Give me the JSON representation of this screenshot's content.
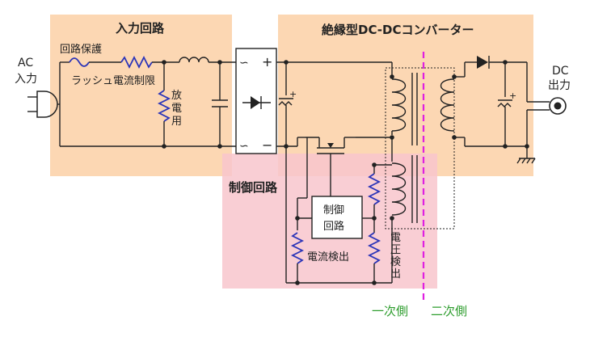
{
  "sections": {
    "input_circuit": "入力回路",
    "dcdc_converter": "絶縁型DC-DCコンバーター",
    "control_circuit": "制御回路"
  },
  "labels": {
    "ac_input_1": "AC",
    "ac_input_2": "入力",
    "circuit_protection": "回路保護",
    "inrush_limit": "ラッシュ電流制限",
    "discharge_1": "放",
    "discharge_2": "電",
    "discharge_3": "用",
    "control_ic_1": "制御",
    "control_ic_2": "回路",
    "current_detect": "電流検出",
    "voltage_detect_1": "電",
    "voltage_detect_2": "圧",
    "voltage_detect_3": "検",
    "voltage_detect_4": "出",
    "dc_output_1": "DC",
    "dc_output_2": "出力",
    "primary_side": "一次側",
    "secondary_side": "二次側",
    "plus": "+",
    "minus": "−",
    "ac_sym": "∽"
  },
  "colors": {
    "input_block": "#fcd7b3",
    "control_block": "#f8c6cc",
    "resistor": "#2b34b8",
    "isolation_line": "#e020e0",
    "side_label": "#2e9d2e"
  }
}
